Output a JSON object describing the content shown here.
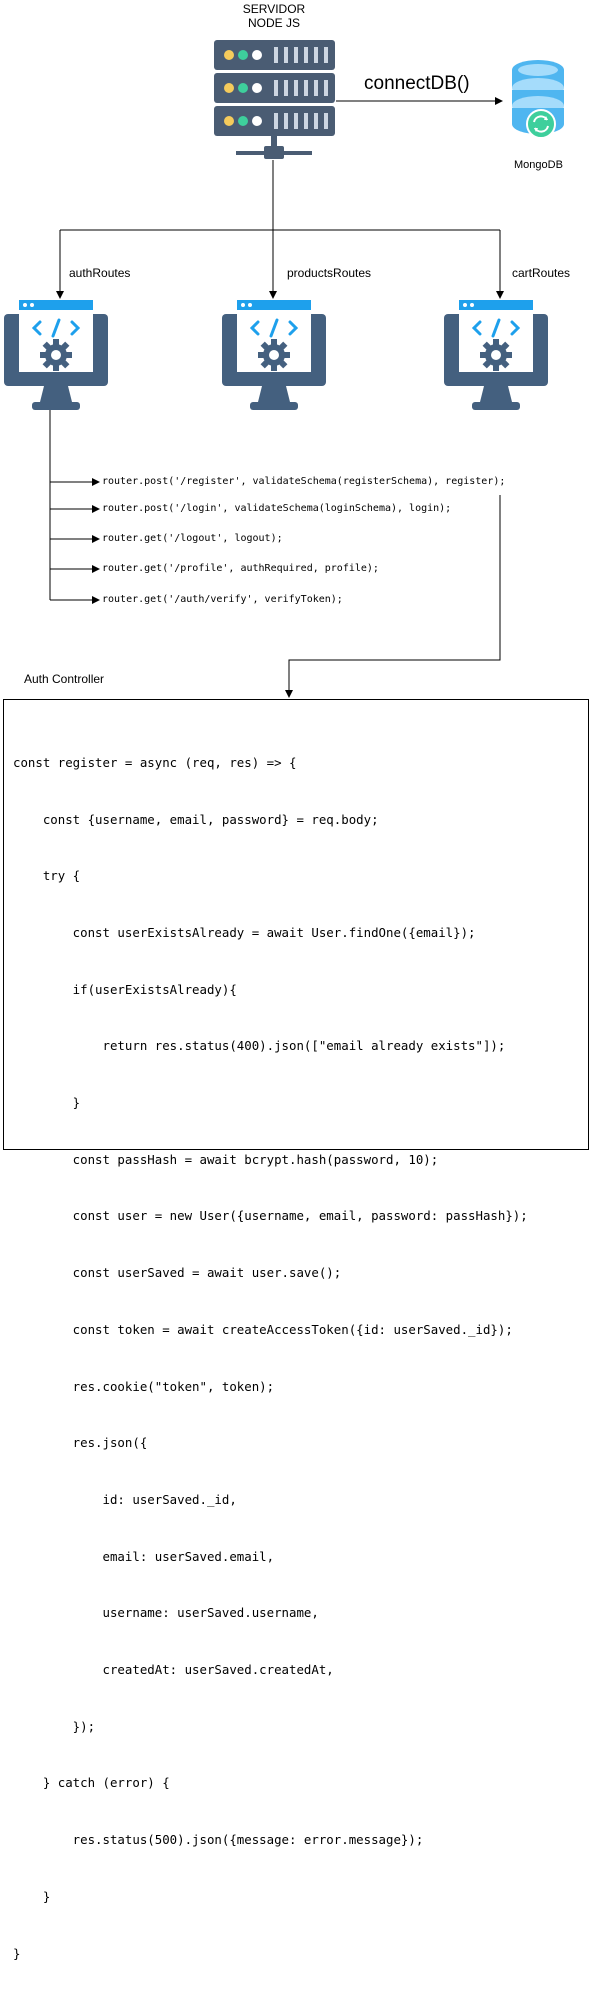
{
  "server": {
    "title_line1": "SERVIDOR",
    "title_line2": "NODE JS",
    "icon": "server-icon"
  },
  "db": {
    "connect_label": "connectDB()",
    "name": "MongoDB",
    "icon": "database-icon"
  },
  "routes": [
    {
      "label": "authRoutes",
      "icon": "code-monitor-icon"
    },
    {
      "label": "productsRoutes",
      "icon": "code-monitor-icon"
    },
    {
      "label": "cartRoutes",
      "icon": "code-monitor-icon"
    }
  ],
  "auth_routes": [
    "router.post('/register', validateSchema(registerSchema), register);",
    "router.post('/login', validateSchema(loginSchema), login);",
    "router.get('/logout', logout);",
    "router.get('/profile', authRequired, profile);",
    "router.get('/auth/verify', verifyToken);"
  ],
  "controller": {
    "title": "Auth Controller",
    "code_lines": [
      "const register = async (req, res) => {",
      "    const {username, email, password} = req.body;",
      "    try {",
      "        const userExistsAlready = await User.findOne({email});",
      "        if(userExistsAlready){",
      "            return res.status(400).json([\"email already exists\"]);",
      "        }",
      "        const passHash = await bcrypt.hash(password, 10);",
      "        const user = new User({username, email, password: passHash});",
      "        const userSaved = await user.save();",
      "        const token = await createAccessToken({id: userSaved._id});",
      "        res.cookie(\"token\", token);",
      "        res.json({",
      "            id: userSaved._id,",
      "            email: userSaved.email,",
      "            username: userSaved.username,",
      "            createdAt: userSaved.createdAt,",
      "        });",
      "    } catch (error) {",
      "        res.status(500).json({message: error.message});",
      "    }",
      "}"
    ]
  },
  "colors": {
    "server_dark": "#4a5c73",
    "server_slot": "#cdd6e2",
    "led_yellow": "#f5cb5c",
    "led_green": "#3ecf9c",
    "led_white": "#ffffff",
    "monitor_dark": "#44607f",
    "monitor_blue": "#1ea0ec",
    "db_blue": "#4fb6f0",
    "db_light": "#a5dcfb",
    "db_green": "#3ecf9c"
  }
}
